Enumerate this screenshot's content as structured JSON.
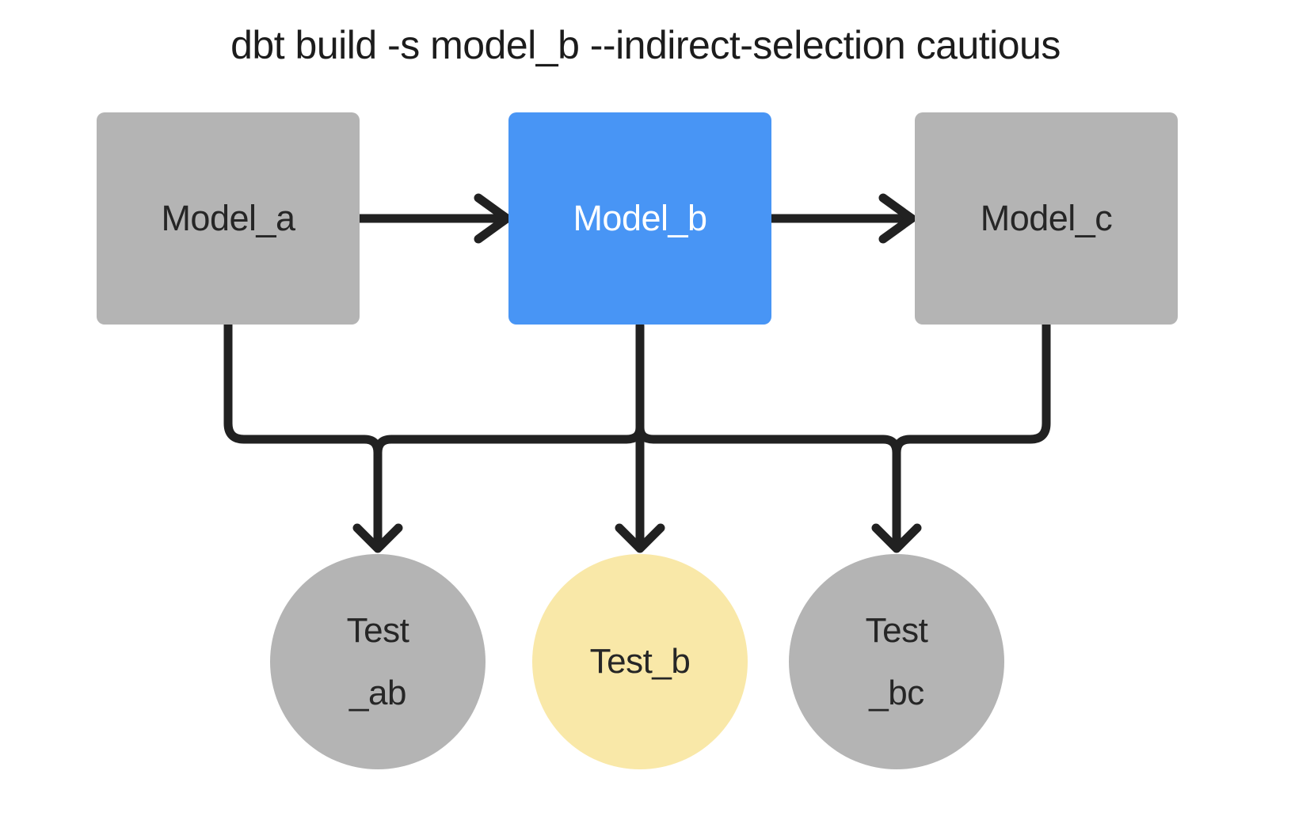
{
  "title": "dbt build -s model_b --indirect-selection cautious",
  "colors": {
    "background": "#ffffff",
    "edge_line": "#212121",
    "title_text": "#1c1c1c",
    "node_gray": "#b4b4b4",
    "model_selected_blue": "#4895f5",
    "test_selected_yellow": "#f9e8a8",
    "text_dark": "#262626",
    "text_on_selected_model": "#ffffff"
  },
  "models": [
    {
      "id": "model_a",
      "label": "Model_a",
      "state": "not-selected"
    },
    {
      "id": "model_b",
      "label": "Model_b",
      "state": "selected"
    },
    {
      "id": "model_c",
      "label": "Model_c",
      "state": "not-selected"
    }
  ],
  "tests": [
    {
      "id": "test_ab",
      "label_line1": "Test",
      "label_line2": "_ab",
      "state": "not-selected"
    },
    {
      "id": "test_b",
      "label_line1": "Test_b",
      "label_line2": "",
      "state": "selected"
    },
    {
      "id": "test_bc",
      "label_line1": "Test",
      "label_line2": "_bc",
      "state": "not-selected"
    }
  ],
  "edges": [
    {
      "from": "model_a",
      "to": "model_b"
    },
    {
      "from": "model_b",
      "to": "model_c"
    },
    {
      "from": "model_a",
      "to": "test_ab"
    },
    {
      "from": "model_b",
      "to": "test_ab"
    },
    {
      "from": "model_b",
      "to": "test_b"
    },
    {
      "from": "model_b",
      "to": "test_bc"
    },
    {
      "from": "model_c",
      "to": "test_bc"
    }
  ]
}
